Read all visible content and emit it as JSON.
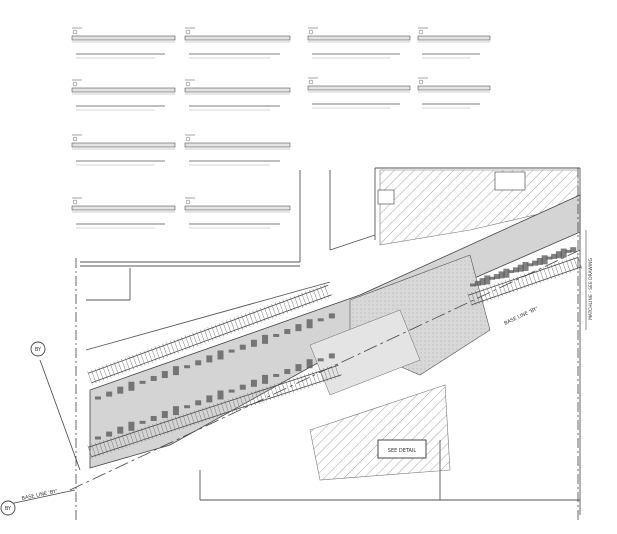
{
  "drawing": {
    "background": "#ffffff",
    "line_color": "#333333",
    "light_line_color": "#9a9a9a",
    "fill_color": "#d4d4d4",
    "hatch_color": "#8c8c8c",
    "detail_column_count": 4,
    "track_count": 2
  },
  "labels": {
    "base_line_left": "BASE LINE 'BY'",
    "base_line_right": "BASE LINE 'BY'",
    "station_marker": "BY",
    "bubble_bottom": "BY",
    "box_label": "SEE DETAIL",
    "match_line": "MATCHLINE - SEE DRAWING"
  }
}
